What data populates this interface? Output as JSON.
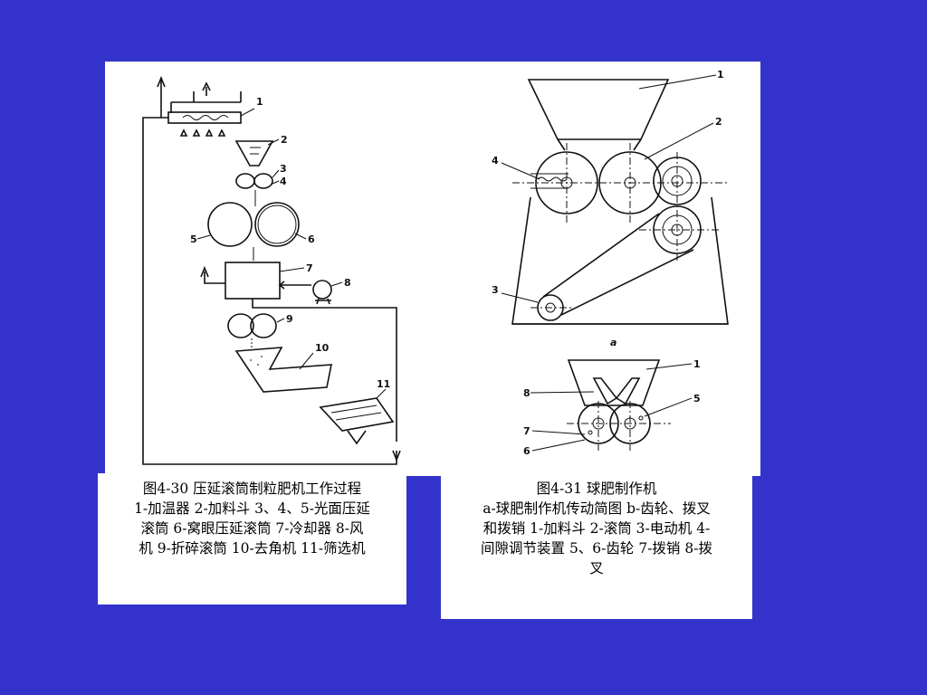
{
  "figure_left": {
    "caption_title": "图4-30 压延滚筒制粒肥机工作过程",
    "caption_lines": [
      "1-加温器 2-加料斗 3、4、5-光面压延",
      "滚筒 6-窝眼压延滚筒 7-冷却器 8-风",
      "机 9-折碎滚筒 10-去角机 11-筛选机"
    ],
    "labels": [
      "1",
      "2",
      "3",
      "4",
      "5",
      "6",
      "7",
      "8",
      "9",
      "10",
      "11"
    ]
  },
  "figure_right": {
    "caption_title": "图4-31 球肥制作机",
    "caption_lines": [
      "a-球肥制作机传动简图 b-齿轮、拨叉",
      "和拨销 1-加料斗 2-滚筒 3-电动机 4-",
      "间隙调节装置 5、6-齿轮 7-拨销 8-拨",
      "叉"
    ],
    "labels_a": [
      "1",
      "2",
      "3",
      "4"
    ],
    "sub_label_a": "a",
    "labels_b": [
      "1",
      "5",
      "6",
      "7",
      "8"
    ]
  },
  "colors": {
    "background": "#3333cc",
    "panel": "#ffffff",
    "ink": "#111111"
  }
}
